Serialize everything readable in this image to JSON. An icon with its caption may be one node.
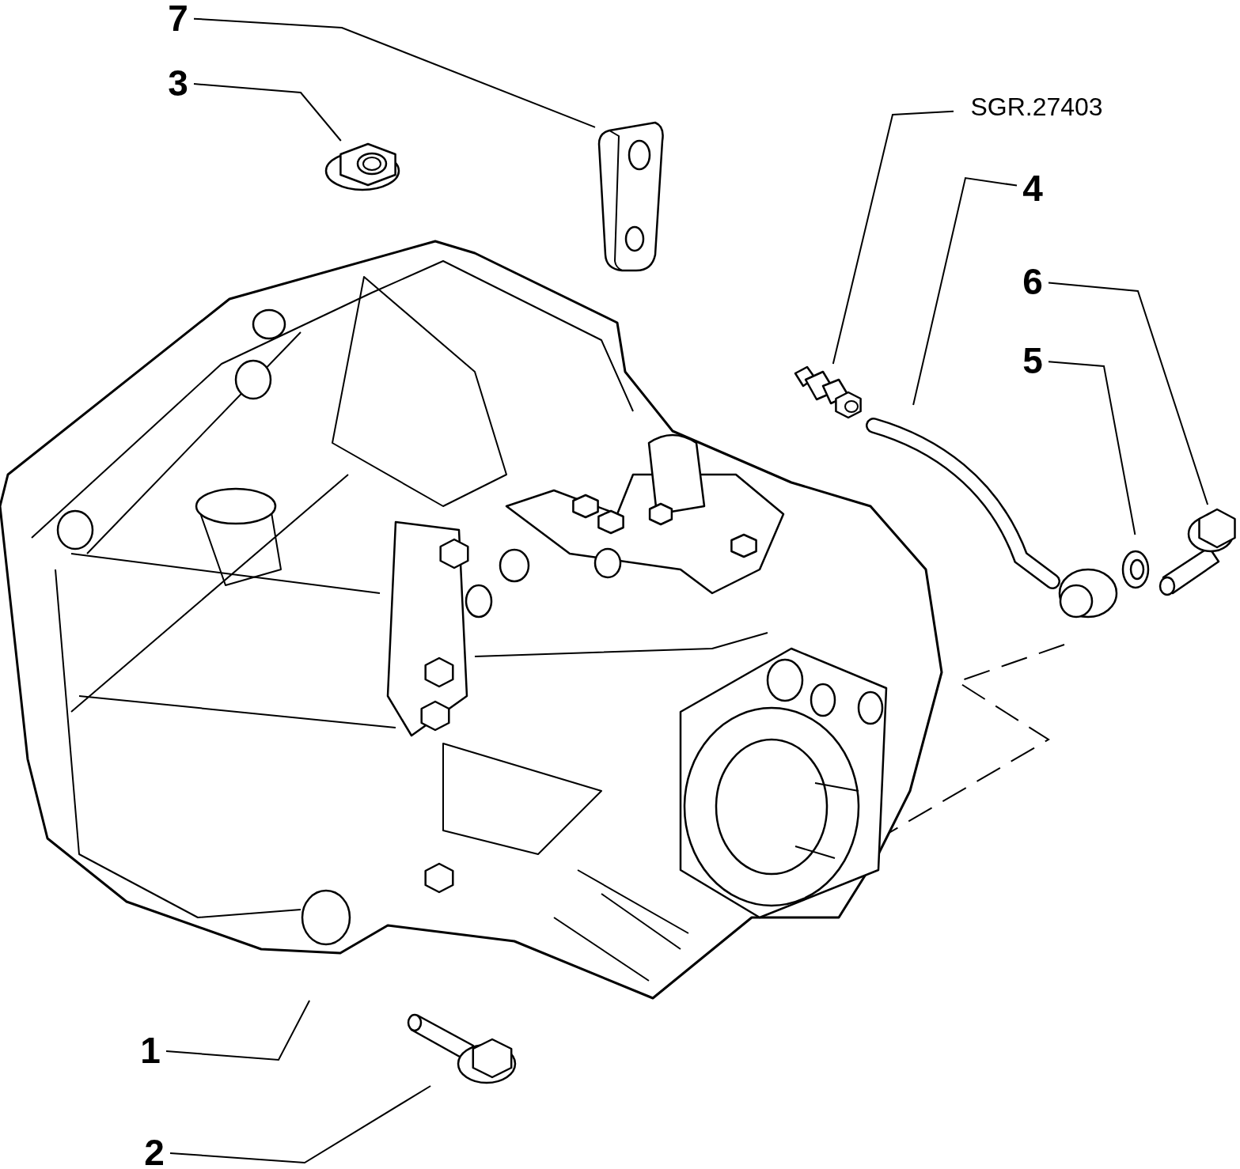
{
  "diagram": {
    "nodes": [
      {
        "text": [
          "7"
        ]
      },
      {
        "text": [
          "3"
        ]
      },
      {
        "text": [
          "SGR.27403"
        ]
      },
      {
        "text": [
          "4"
        ]
      },
      {
        "text": [
          "6"
        ]
      },
      {
        "text": [
          "5"
        ]
      },
      {
        "text": [
          "1"
        ]
      },
      {
        "text": [
          "2"
        ]
      },
      {
        "text": [],
        "shape": "picture"
      },
      {
        "text": [],
        "shape": "picture"
      },
      {
        "text": [],
        "shape": "picture"
      },
      {
        "text": [],
        "shape": "picture"
      },
      {
        "text": [],
        "shape": "picture"
      },
      {
        "text": [],
        "shape": "picture"
      },
      {
        "text": [],
        "shape": "picture"
      },
      {
        "text": [],
        "shape": "picture"
      }
    ],
    "edges": [
      {
        "from": 0,
        "to": 8,
        "arrow": "none"
      },
      {
        "from": 1,
        "to": 9,
        "arrow": "none"
      },
      {
        "from": 2,
        "to": 10,
        "arrow": "none"
      },
      {
        "from": 3,
        "to": 11,
        "arrow": "none"
      },
      {
        "from": 4,
        "to": 12,
        "arrow": "none"
      },
      {
        "from": 5,
        "to": 13,
        "arrow": "none"
      },
      {
        "from": 6,
        "to": 14,
        "arrow": "none"
      },
      {
        "from": 7,
        "to": 15,
        "arrow": "none"
      }
    ]
  }
}
